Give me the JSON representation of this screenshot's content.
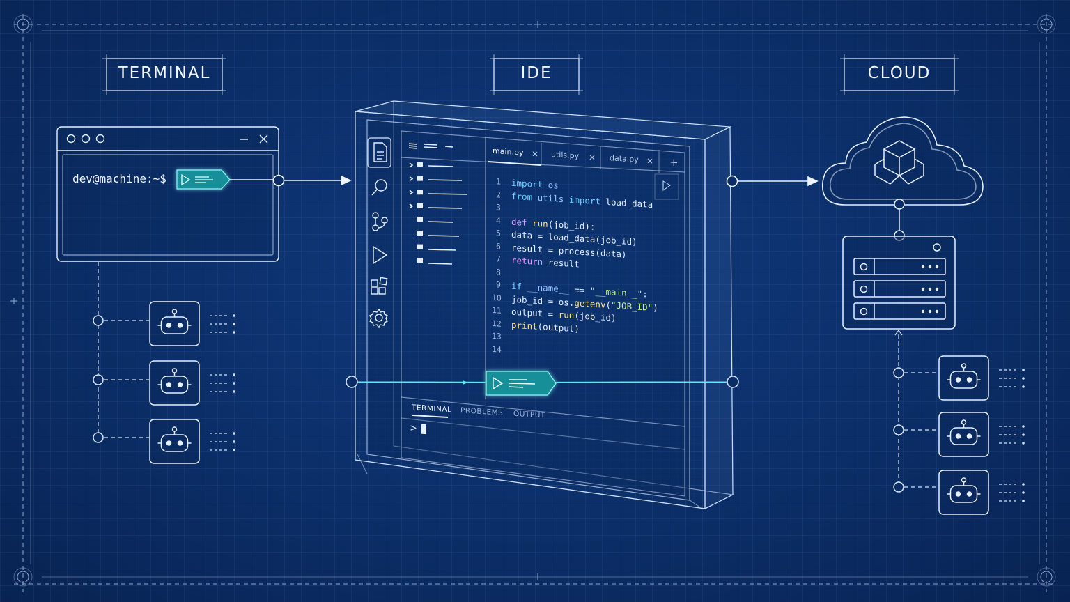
{
  "titles": {
    "terminal": "TERMINAL",
    "ide": "IDE",
    "cloud": "CLOUD"
  },
  "terminal": {
    "prompt": "dev@machine:~$"
  },
  "ide": {
    "tabs": [
      {
        "label": "main.py",
        "close": "×"
      },
      {
        "label": "utils.py",
        "close": "×"
      },
      {
        "label": "data.py",
        "close": "×"
      }
    ],
    "add_tab": "+",
    "line_numbers": [
      "1",
      "2",
      "3",
      "4",
      "5",
      "6",
      "7",
      "8",
      "9",
      "10",
      "11",
      "12",
      "13",
      "14"
    ],
    "code": {
      "l1": [
        "import",
        " os"
      ],
      "l2": [
        "from",
        " utils ",
        "import",
        " load_data"
      ],
      "l4": [
        "def",
        " ",
        "run",
        "(job_id):"
      ],
      "l5": [
        "    data = ",
        "load_data",
        "(job_id)"
      ],
      "l6": [
        "    result = ",
        "process",
        "(data)"
      ],
      "l7": [
        "    ",
        "return",
        " result"
      ],
      "l9": [
        "if",
        " ",
        "__name__",
        " == ",
        "\"__main__\"",
        ":"
      ],
      "l10": [
        "    job_id = os.",
        "getenv",
        "(",
        "\"JOB_ID\"",
        ")"
      ],
      "l11": [
        "    output = ",
        "run",
        "(job_id)"
      ],
      "l12": [
        "    ",
        "print",
        "(output)"
      ]
    },
    "panel_tabs": [
      "TERMINAL",
      "PROBLEMS",
      "OUTPUT"
    ],
    "panel_prompt": ">"
  },
  "colors": {
    "background": "#0b2d66",
    "line": "#e8f1ff",
    "accent": "#1fa3a8",
    "accent_glow": "#5ee6f0"
  },
  "icons": {
    "ide_sidebar": [
      "file-icon",
      "search-icon",
      "source-control-icon",
      "run-icon",
      "extensions-icon",
      "settings-icon"
    ],
    "agents": "robot-icon",
    "cloud": "cube-icon",
    "server": "server-rack-icon"
  }
}
